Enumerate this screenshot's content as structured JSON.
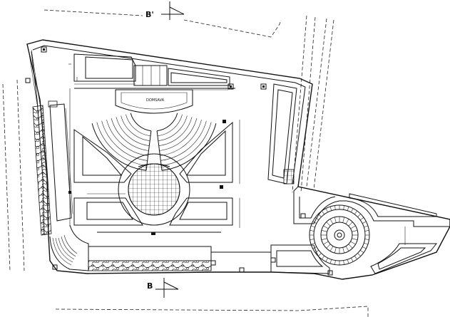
{
  "section_top_label": "B'",
  "section_bottom_label": "B",
  "stage_label": "DOMSAVA"
}
